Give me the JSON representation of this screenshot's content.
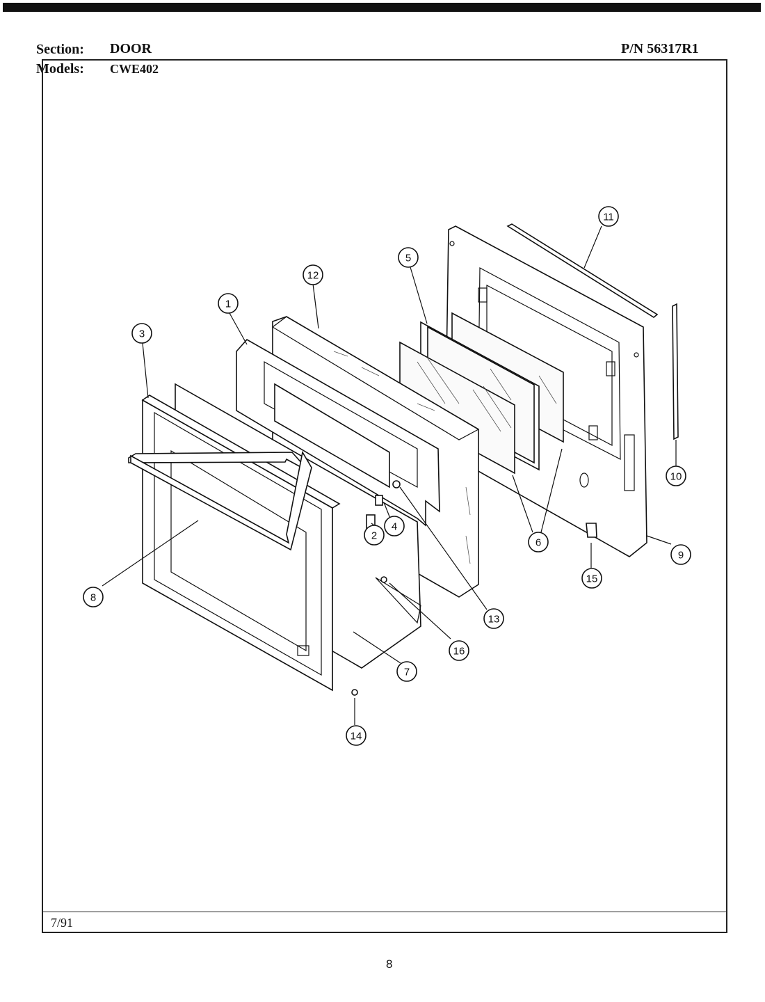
{
  "header": {
    "section_label": "Section:",
    "section_value": "DOOR",
    "models_label": "Models:",
    "models_value": "CWE402",
    "part_number": "P/N 56317R1"
  },
  "footer": {
    "date": "7/91",
    "page_number": "8"
  },
  "diagram": {
    "callouts": [
      "1",
      "2",
      "3",
      "4",
      "5",
      "6",
      "7",
      "8",
      "9",
      "10",
      "11",
      "12",
      "13",
      "14",
      "15",
      "16"
    ]
  }
}
